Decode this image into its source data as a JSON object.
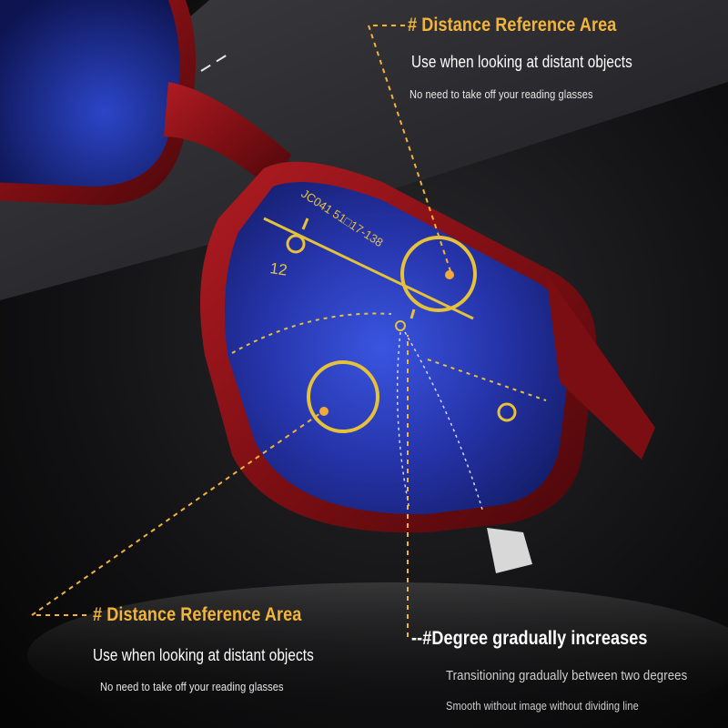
{
  "callouts": {
    "top": {
      "title": "# Distance Reference Area",
      "line1": "Use when looking at distant objects",
      "line2": "No need to take off your reading glasses"
    },
    "bottom_left": {
      "title": "# Distance Reference Area",
      "line1": "Use when looking at distant objects",
      "line2": "No need to take off your reading glasses"
    },
    "bottom_right": {
      "title": "--#Degree gradually increases",
      "line1": "Transitioning gradually between two degrees",
      "line2": "Smooth without image without dividing line"
    }
  },
  "lens_markings": {
    "model": "JC041 51□17-138",
    "number": "12"
  },
  "colors": {
    "accent": "#f2b43a",
    "frame": "#8e1418",
    "lens": "#1d2a8c",
    "marking": "#e6c23a"
  }
}
